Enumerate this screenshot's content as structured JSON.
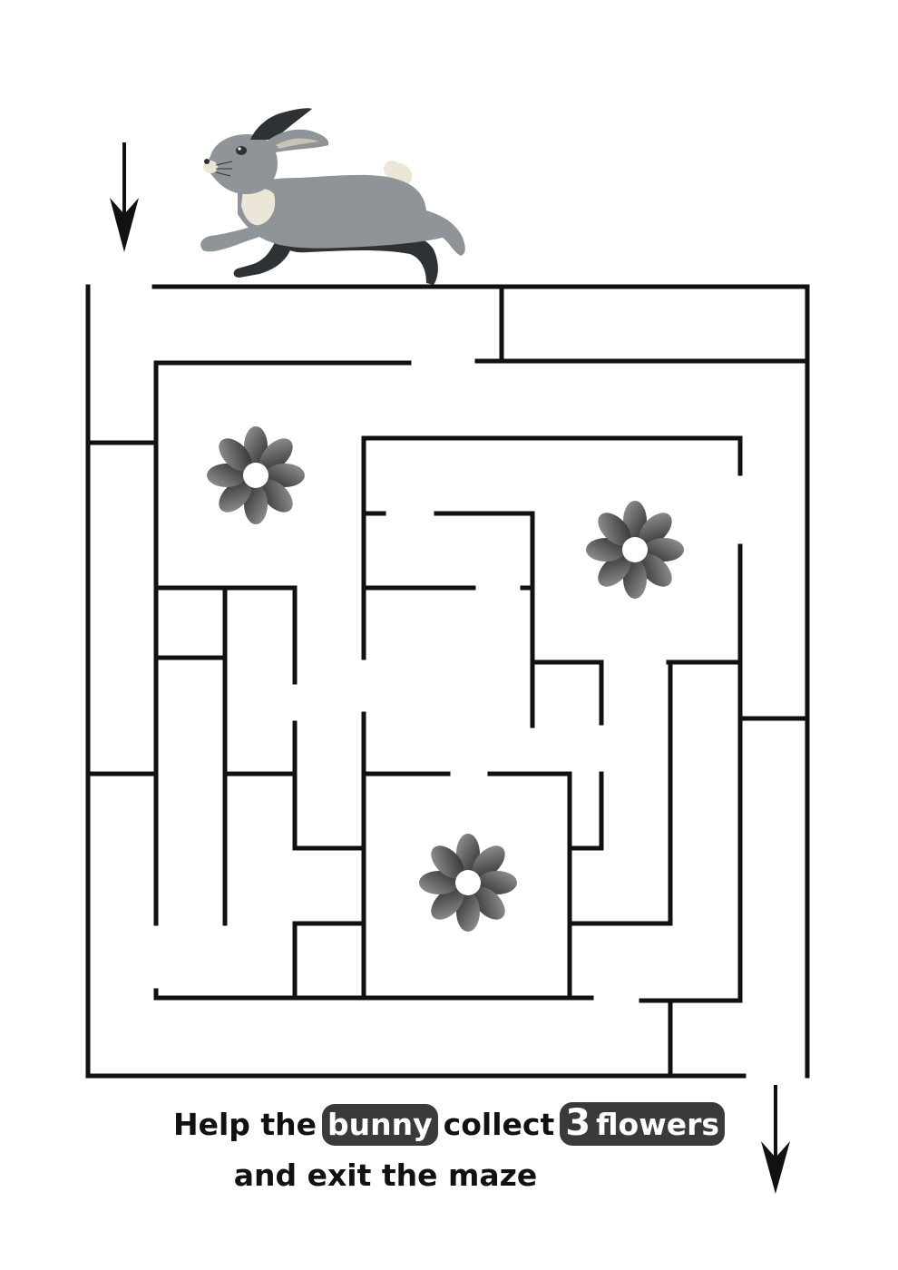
{
  "instructions": {
    "prefix": "Help the",
    "highlight1": "bunny",
    "middle": "collect",
    "count": "3",
    "highlight2": "flowers",
    "line2": "and exit the maze"
  },
  "colors": {
    "wall": "#111111",
    "bunny_body": "#8e9497",
    "bunny_dark": "#2f3234",
    "bunny_chest": "#ece6d8",
    "flower_dark": "#2e2e2e",
    "flower_light": "#8a8a8a",
    "pill_bg": "#3a3a3a"
  },
  "icons": {
    "entrance": "arrow-down-icon",
    "exit": "arrow-down-icon",
    "character": "bunny-icon",
    "collectible": "flower-icon"
  }
}
